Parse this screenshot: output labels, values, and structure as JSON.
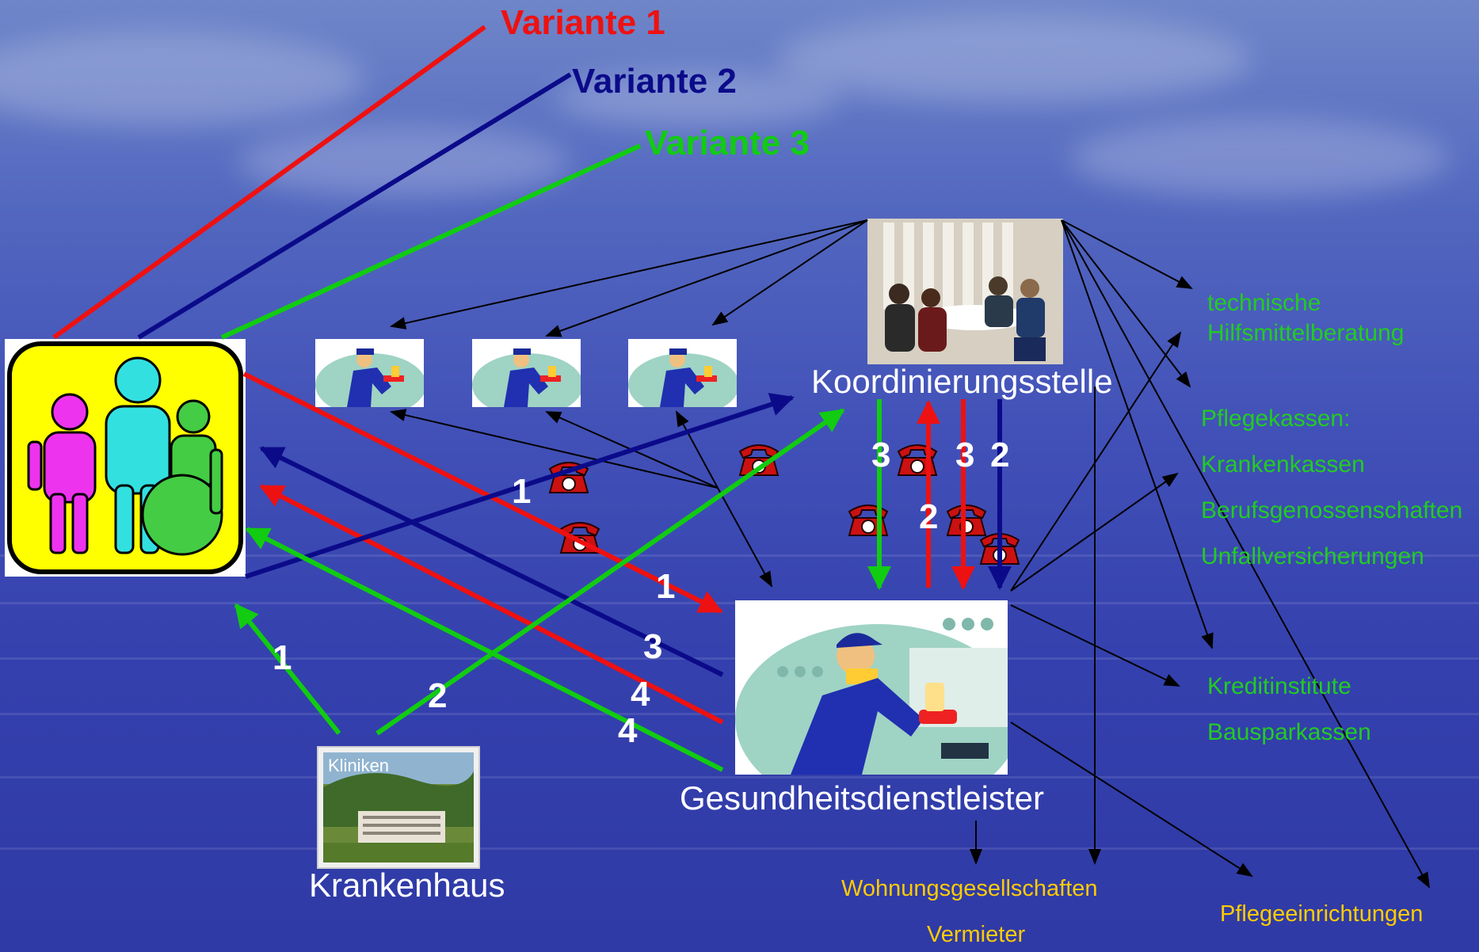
{
  "variants": [
    {
      "label": "Variante 1",
      "color": "#ee1111"
    },
    {
      "label": "Variante 2",
      "color": "#0b0b8a"
    },
    {
      "label": "Variante 3",
      "color": "#11cc11"
    }
  ],
  "nodes": {
    "koordinierungsstelle": "Koordinierungsstelle",
    "gesundheitsdienstleister": "Gesundheitsdienstleister",
    "krankenhaus": "Krankenhaus",
    "kliniken_sign": "Kliniken"
  },
  "green_labels": {
    "technische_1": "technische",
    "technische_2": "Hilfsmittelberatung",
    "pflegekassen": "Pflegekassen:",
    "krankenkassen": "Krankenkassen",
    "berufsgenossenschaften": "Berufsgenossenschaften",
    "unfallversicherungen": "Unfallversicherungen",
    "kreditinstitute": "Kreditinstitute",
    "bausparkassen": "Bausparkassen"
  },
  "orange_labels": {
    "wohnungsgesellschaften": "Wohnungsgesellschaften",
    "vermieter": "Vermieter",
    "pflegeeinrichtungen": "Pflegeeinrichtungen"
  },
  "step_numbers": {
    "n1a": "1",
    "n1b": "1",
    "n1c": "1",
    "n2a": "2",
    "n2b": "2",
    "n2c": "2",
    "n3a": "3",
    "n3b": "3",
    "n3c": "3",
    "n4a": "4",
    "n4b": "4"
  },
  "icons": [
    "family-group-icon",
    "service-technician-icon",
    "meeting-photo-icon",
    "clinic-photo-icon",
    "telephone-icon"
  ]
}
